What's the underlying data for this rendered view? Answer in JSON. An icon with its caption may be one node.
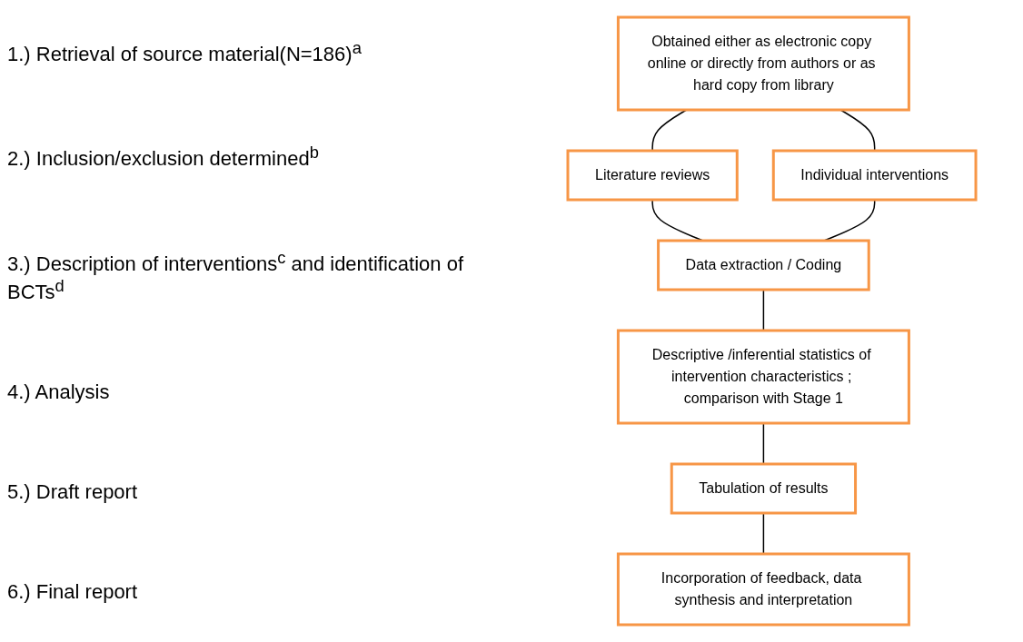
{
  "diagram": {
    "nodes": [
      {
        "text": [
          "Obtained either as electronic copy online or directly from authors or as hard copy from library"
        ]
      },
      {
        "text": [
          "Literature reviews"
        ]
      },
      {
        "text": [
          "Individual interventions"
        ]
      },
      {
        "text": [
          "Data extraction / Coding"
        ]
      },
      {
        "text": [
          "Descriptive /inferential statistics of intervention characteristics ; comparison with Stage 1"
        ]
      },
      {
        "text": [
          "Tabulation of results"
        ]
      },
      {
        "text": [
          "Incorporation of feedback, data synthesis and interpretation"
        ]
      }
    ],
    "edges": [
      {
        "from": 0,
        "to": 1,
        "arrow": "none"
      },
      {
        "from": 0,
        "to": 2,
        "arrow": "none"
      },
      {
        "from": 1,
        "to": 3,
        "arrow": "none"
      },
      {
        "from": 2,
        "to": 3,
        "arrow": "none"
      },
      {
        "from": 3,
        "to": 4,
        "arrow": "none"
      },
      {
        "from": 4,
        "to": 5,
        "arrow": "none"
      },
      {
        "from": 5,
        "to": 6,
        "arrow": "none"
      }
    ],
    "labels": [
      "1.) Retrieval of source material(N=186)$^{a}$",
      "2.) Inclusion/exclusion determined$^{b}$",
      "3.) Description of interventions$^{c}$ and identification of BCTs$^{d}$",
      "4.) Analysis",
      "5.) Draft report",
      "6.) Final report"
    ]
  }
}
